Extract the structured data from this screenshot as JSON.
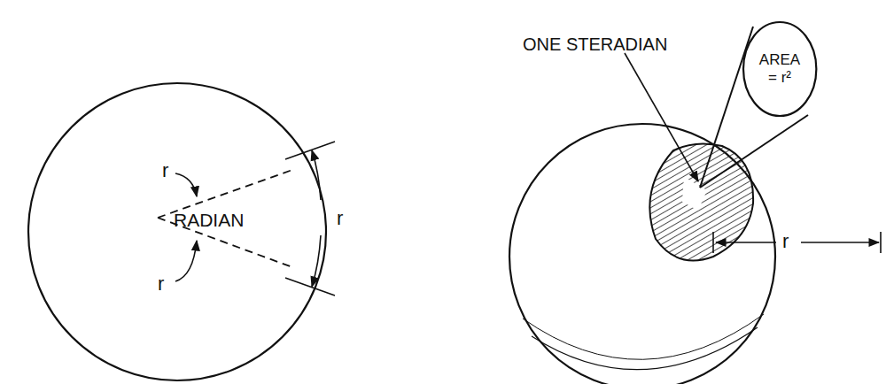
{
  "diagram": {
    "nodes": [
      {
        "text": [
          "AREA = r²"
        ]
      }
    ],
    "labels": [
      "r",
      "r",
      "RADIAN",
      "r",
      "ONE STERADIAN",
      "r"
    ]
  }
}
